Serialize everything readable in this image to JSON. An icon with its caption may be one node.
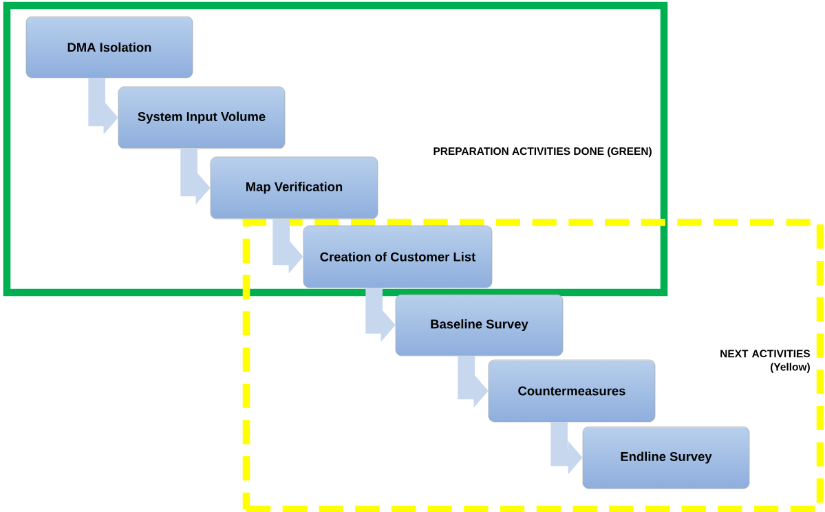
{
  "diagram": {
    "nodes": [
      {
        "text": [
          "PREPARATION  ACTIVITIES DONE (GREEN)"
        ]
      },
      {
        "text": [
          "DMA Isolation"
        ],
        "in": 0
      },
      {
        "text": [
          "System Input Volume"
        ],
        "in": 0
      },
      {
        "text": [
          "Map Verification"
        ],
        "in": 0
      },
      {
        "text": [
          "Creation of Customer List"
        ]
      },
      {
        "text": [
          "NEXT ACTIVITIES (Yellow)"
        ]
      },
      {
        "text": [
          "Baseline Survey"
        ],
        "in": 5
      },
      {
        "text": [
          "Countermeasures"
        ],
        "in": 5
      },
      {
        "text": [
          "Endline Survey"
        ],
        "in": 5
      }
    ],
    "edges": [
      {
        "from": 1,
        "to": 2,
        "arrow": "to"
      },
      {
        "from": 2,
        "to": 3,
        "arrow": "to"
      },
      {
        "from": 3,
        "to": 4,
        "arrow": "to"
      },
      {
        "from": 4,
        "to": 6,
        "arrow": "to"
      },
      {
        "from": 6,
        "to": 7,
        "arrow": "to"
      },
      {
        "from": 7,
        "to": 8,
        "arrow": "to"
      }
    ]
  }
}
